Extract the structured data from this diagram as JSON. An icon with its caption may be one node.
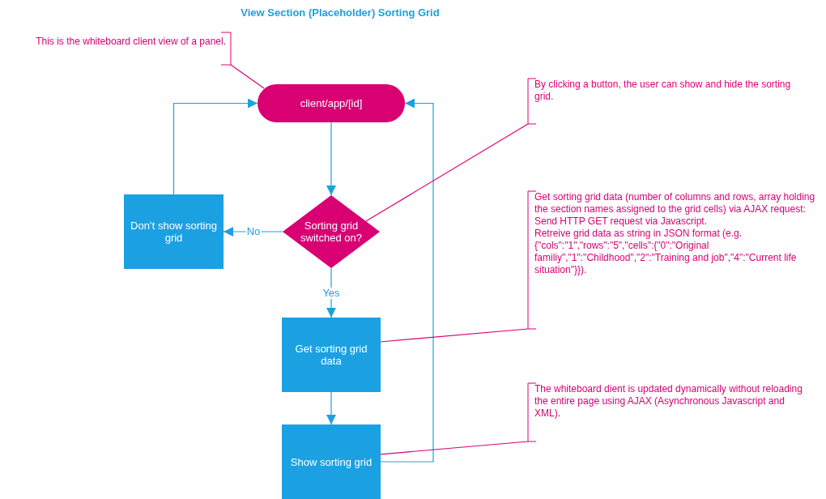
{
  "diagram": {
    "title": "View Section (Placeholder) Sorting Grid",
    "nodes": [
      {
        "text": [
          "This is the whiteboard client view of a panel."
        ]
      },
      {
        "text": [
          "client/app/[id]"
        ]
      },
      {
        "text": [
          "Don’t show sorting grid"
        ]
      },
      {
        "text": [
          "Sorting grid switched on?"
        ]
      },
      {
        "text": [
          "Get sorting grid data"
        ]
      },
      {
        "text": [
          "Show sorting grid"
        ]
      },
      {
        "text": [
          "By clicking a button, the user can show and hide the sorting grid."
        ]
      },
      {
        "text": [
          "Get sorting grid data (number of columns and rows, array holding the section names assigned to the grid cells) via AJAX request: Send HTTP GET request via Javascript.",
          "Retreive grid data as string in JSON format (e.g. {\"cols\":\"1\",\"rows\":\"5\",\"cells\":{\"0\":\"Original familiy\",\"1\":\"Childhood\",\"2\":\"Training and job\",\"4\":\"Current life situation\"}})."
        ]
      },
      {
        "text": [
          "The whiteboard dient is updated dynamically without reloading the entire page using AJAX (Asynchronous Javascript and XML)."
        ]
      }
    ],
    "edges": [
      {
        "from": 1,
        "to": 3,
        "arrow": "to"
      },
      {
        "from": 3,
        "to": 2,
        "arrow": "to",
        "label": "No"
      },
      {
        "from": 3,
        "to": 4,
        "arrow": "to",
        "label": "Yes"
      },
      {
        "from": 4,
        "to": 5,
        "arrow": "to"
      },
      {
        "from": 2,
        "to": 1,
        "arrow": "to"
      },
      {
        "from": 5,
        "to": 1,
        "arrow": "to"
      },
      {
        "from": 0,
        "to": 1,
        "arrow": "none",
        "color": "#d80073"
      },
      {
        "from": 6,
        "to": 3,
        "arrow": "none",
        "color": "#d80073"
      },
      {
        "from": 7,
        "to": 4,
        "arrow": "none",
        "color": "#d80073"
      },
      {
        "from": 8,
        "to": 5,
        "arrow": "none",
        "color": "#d80073"
      }
    ]
  }
}
